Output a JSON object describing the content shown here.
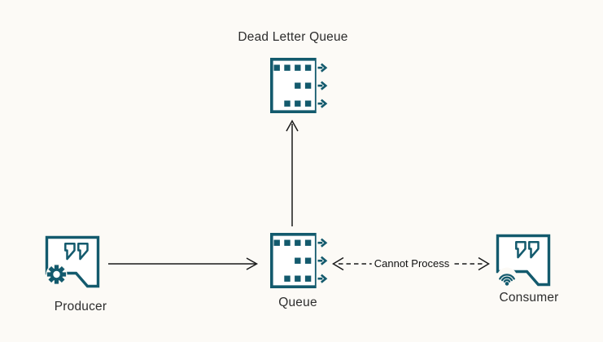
{
  "theme": {
    "bg": "#fcfaf6",
    "accent": "#135a6d",
    "arrow_color": "#1a1a1a",
    "text": "#2d2d2d"
  },
  "diagram": {
    "nodes": {
      "dead_letter_queue": {
        "label": "Dead Letter Queue",
        "icon": "queue-icon"
      },
      "queue": {
        "label": "Queue",
        "icon": "queue-icon"
      },
      "producer": {
        "label": "Producer",
        "icon": "producer-message-icon"
      },
      "consumer": {
        "label": "Consumer",
        "icon": "consumer-message-icon"
      }
    },
    "edges": {
      "producer_to_queue": {
        "from": "Producer",
        "to": "Queue",
        "style": "solid",
        "direction": "right"
      },
      "queue_to_dead_letter_queue": {
        "from": "Queue",
        "to": "Dead Letter Queue",
        "style": "solid",
        "direction": "up"
      },
      "queue_consumer": {
        "from": "Queue",
        "to": "Consumer",
        "style": "dashed",
        "direction": "both",
        "label": "Cannot Process"
      }
    }
  }
}
